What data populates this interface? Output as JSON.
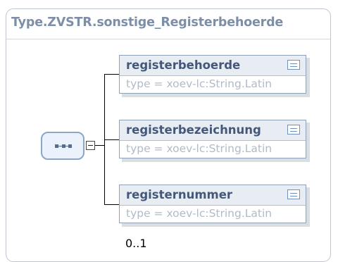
{
  "diagram": {
    "title": "Type.ZVSTR.sonstige_Registerbehoerde",
    "compositor": {
      "kind": "sequence",
      "icon": "sequence-icon",
      "toggle_icon": "collapse-minus-icon"
    },
    "elements": [
      {
        "name": "registerbehoerde",
        "type_text": "type = xoev-lc:String.Latin",
        "icon": "documentation-icon"
      },
      {
        "name": "registerbezeichnung",
        "type_text": "type = xoev-lc:String.Latin",
        "icon": "documentation-icon"
      },
      {
        "name": "registernummer",
        "type_text": "type = xoev-lc:String.Latin",
        "icon": "documentation-icon",
        "occurrence": "0..1"
      }
    ],
    "colors": {
      "title": "#7d8fa8",
      "element_header": "#e8edf4",
      "element_name": "#44587a",
      "type_text": "#b1bbc7",
      "sequence_fill": "#ebf2fb",
      "sequence_border": "#89a7c7"
    }
  }
}
